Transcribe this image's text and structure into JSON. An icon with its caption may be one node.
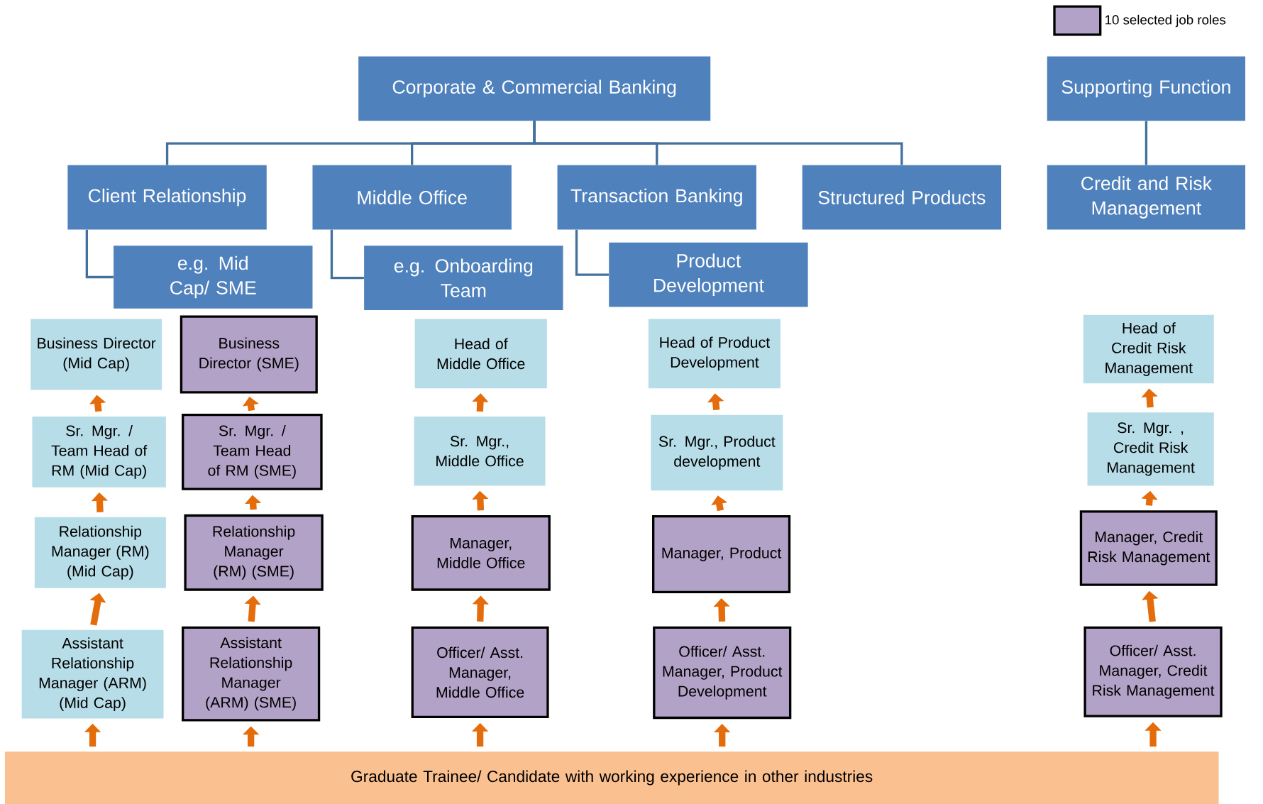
{
  "diagram": {
    "nodes": [
      {
        "text": [
          "Corporate & Commercial Banking"
        ]
      },
      {
        "text": [
          "Supporting Function"
        ]
      },
      {
        "text": [
          "Client Relationship"
        ]
      },
      {
        "text": [
          "Middle Office"
        ]
      },
      {
        "text": [
          "Transaction Banking"
        ]
      },
      {
        "text": [
          "Structured Products"
        ]
      },
      {
        "text": [
          "Credit and Risk Management"
        ]
      },
      {
        "text": [
          "e.g.  Mid Cap/ SME"
        ]
      },
      {
        "text": [
          "e.g. Onboarding Team"
        ]
      },
      {
        "text": [
          "Product Development"
        ]
      },
      {
        "text": [
          "Business Director (Mid Cap)"
        ]
      },
      {
        "text": [
          "Business Director (SME)"
        ]
      },
      {
        "text": [
          "Head of Middle Office"
        ]
      },
      {
        "text": [
          "Head of Product Development"
        ]
      },
      {
        "text": [
          "Head of Credit Risk Management"
        ]
      },
      {
        "text": [
          "Sr. Mgr. / Team Head of RM (Mid Cap)"
        ]
      },
      {
        "text": [
          "Sr. Mgr. / Team Head of RM (SME)"
        ]
      },
      {
        "text": [
          "Sr. Mgr., Middle Office"
        ]
      },
      {
        "text": [
          "Sr. Mgr., Product development"
        ]
      },
      {
        "text": [
          "Sr. Mgr. , Credit Risk Management"
        ]
      },
      {
        "text": [
          "Relationship Manager (RM) (Mid Cap)"
        ]
      },
      {
        "text": [
          "Relationship Manager (RM) (SME)"
        ]
      },
      {
        "text": [
          "Manager, Middle Office"
        ]
      },
      {
        "text": [
          "Manager, Product"
        ]
      },
      {
        "text": [
          "Manager, Credit Risk Management"
        ]
      },
      {
        "text": [
          "Assistant Relationship Manager (ARM) (Mid Cap)"
        ]
      },
      {
        "text": [
          "Assistant Relationship Manager (ARM) (SME)"
        ]
      },
      {
        "text": [
          "Officer/ Asst. Manager, Middle Office"
        ]
      },
      {
        "text": [
          "Officer/ Asst. Manager, Product Development"
        ]
      },
      {
        "text": [
          "Officer/ Asst. Manager, Credit Risk Management"
        ]
      },
      {
        "text": [
          "Graduate Trainee/ Candidate with working experience in other industries"
        ]
      }
    ],
    "edges": [
      {
        "from": 0,
        "to": 2,
        "arrow": "none",
        "color": "#41719c"
      },
      {
        "from": 0,
        "to": 3,
        "arrow": "none",
        "color": "#41719c"
      },
      {
        "from": 0,
        "to": 4,
        "arrow": "none",
        "color": "#41719c"
      },
      {
        "from": 0,
        "to": 5,
        "arrow": "none",
        "color": "#41719c"
      },
      {
        "from": 1,
        "to": 6,
        "arrow": "none",
        "color": "#41719c"
      },
      {
        "from": 2,
        "to": 7,
        "arrow": "none",
        "color": "#41719c"
      },
      {
        "from": 3,
        "to": 8,
        "arrow": "none",
        "color": "#41719c"
      },
      {
        "from": 4,
        "to": 9,
        "arrow": "none",
        "color": "#41719c"
      },
      {
        "from": 15,
        "to": 10,
        "arrow": "to"
      },
      {
        "from": 16,
        "to": 11,
        "arrow": "to"
      },
      {
        "from": 17,
        "to": 12,
        "arrow": "to"
      },
      {
        "from": 18,
        "to": 13,
        "arrow": "to"
      },
      {
        "from": 19,
        "to": 14,
        "arrow": "to"
      },
      {
        "from": 20,
        "to": 15,
        "arrow": "to"
      },
      {
        "from": 21,
        "to": 16,
        "arrow": "to"
      },
      {
        "from": 22,
        "to": 17,
        "arrow": "to"
      },
      {
        "from": 23,
        "to": 18,
        "arrow": "to"
      },
      {
        "from": 24,
        "to": 19,
        "arrow": "to"
      },
      {
        "from": 25,
        "to": 20,
        "arrow": "to"
      },
      {
        "from": 26,
        "to": 21,
        "arrow": "to"
      },
      {
        "from": 27,
        "to": 22,
        "arrow": "to"
      },
      {
        "from": 28,
        "to": 23,
        "arrow": "to"
      },
      {
        "from": 29,
        "to": 24,
        "arrow": "to"
      },
      {
        "from": 30,
        "to": 25,
        "arrow": "to"
      },
      {
        "from": 30,
        "to": 26,
        "arrow": "to"
      },
      {
        "from": 30,
        "to": 27,
        "arrow": "to"
      },
      {
        "from": 30,
        "to": 28,
        "arrow": "to"
      },
      {
        "from": 30,
        "to": 29,
        "arrow": "to"
      }
    ],
    "legend": [
      {
        "text": "10 selected job roles",
        "color": "#b3a2c7"
      }
    ]
  }
}
